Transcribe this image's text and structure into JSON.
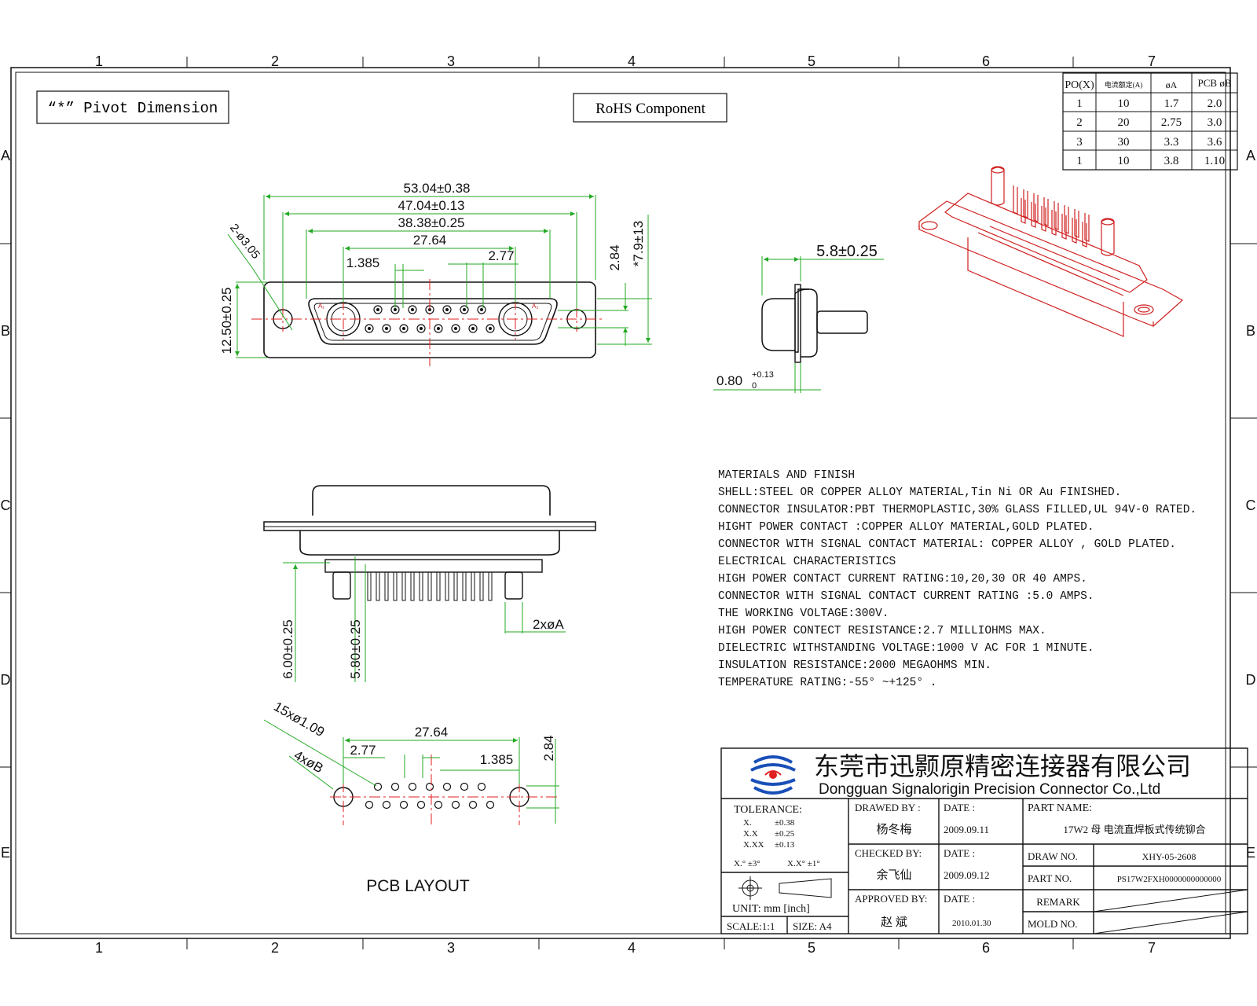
{
  "grid": {
    "columns": [
      "1",
      "2",
      "3",
      "4",
      "5",
      "6",
      "7"
    ],
    "rows": [
      "A",
      "B",
      "C",
      "D",
      "E"
    ]
  },
  "labels": {
    "pivot_dimension": "“*” Pivot Dimension",
    "rohs": "RoHS  Component",
    "pcb_layout": "PCB  LAYOUT"
  },
  "front_view_dims": {
    "overall": "53.04±0.38",
    "mount_hole_spacing": "47.04±0.13",
    "shell_width": "38.38±0.25",
    "power_spacing": "27.64",
    "pitch": "2.77",
    "half_pitch": "1.385",
    "row_spacing": "2.84",
    "height": "12.50±0.25",
    "pivot_height": "*7.9±13",
    "mount_holes": "2-ø3.05"
  },
  "side_view_dims": {
    "depth": "5.8±0.25",
    "flange": "0.80",
    "flange_tol_upper": "+0.13",
    "flange_tol_lower": "0"
  },
  "bottom_view_dims": {
    "tail_length_power": "6.00±0.25",
    "tail_length_signal": "5.80±0.25",
    "power_pin_diameter": "2xøA"
  },
  "pcb_dims": {
    "signal_holes": "15xø1.09",
    "power_holes": "4xøB",
    "pitch": "2.77",
    "power_spacing": "27.64",
    "half_pitch": "1.385",
    "row_spacing": "2.84"
  },
  "spec_table": {
    "headers": [
      "PO(X)",
      "电流额定(A)",
      "øA",
      "PCB øB"
    ],
    "rows": [
      [
        "1",
        "10",
        "1.7",
        "2.0"
      ],
      [
        "2",
        "20",
        "2.75",
        "3.0"
      ],
      [
        "3",
        "30",
        "3.3",
        "3.6"
      ],
      [
        "1",
        "10",
        "3.8",
        "1.10"
      ]
    ]
  },
  "specifications": [
    "MATERIALS AND  FINISH",
    "SHELL:STEEL OR COPPER ALLOY MATERIAL,Tin Ni OR Au FINISHED.",
    "CONNECTOR INSULATOR:PBT THERMOPLASTIC,30% GLASS FILLED,UL 94V-0 RATED.",
    "HIGHT POWER CONTACT :COPPER ALLOY MATERIAL,GOLD PLATED.",
    "CONNECTOR WITH SIGNAL CONTACT MATERIAL: COPPER ALLOY , GOLD PLATED.",
    "ELECTRICAL CHARACTERISTICS",
    "HIGH POWER CONTACT CURRENT RATING:10,20,30 OR 40 AMPS.",
    "CONNECTOR WITH SIGNAL CONTACT CURRENT RATING :5.0 AMPS.",
    "THE WORKING VOLTAGE:300V.",
    "HIGH POWER CONTECT RESISTANCE:2.7 MILLIOHMS MAX.",
    "DIELECTRIC WITHSTANDING VOLTAGE:1000 V AC FOR 1 MINUTE.",
    "INSULATION RESISTANCE:2000 MEGAOHMS MIN.",
    "TEMPERATURE RATING:-55° ~+125° ."
  ],
  "title_block": {
    "company_cn": "东莞市迅颢原精密连接器有限公司",
    "company_en": "Dongguan Signalorigin Precision Connector Co.,Ltd",
    "tolerance_title": "TOLERANCE:",
    "tolerances": [
      {
        "label": "X.",
        "value": "±0.38"
      },
      {
        "label": "X.X",
        "value": "±0.25"
      },
      {
        "label": "X.XX",
        "value": "±0.13"
      }
    ],
    "angle_tol_1": "X.° ±3°",
    "angle_tol_2": "X.X° ±1°",
    "unit": "UNIT: mm  [inch]",
    "scale": "SCALE:1:1",
    "size": "SIZE: A4",
    "drawn_by_label": "DRAWED BY :",
    "drawn_by": "杨冬梅",
    "checked_by_label": "CHECKED BY:",
    "checked_by": "余飞仙",
    "approved_by_label": "APPROVED BY:",
    "approved_by": "赵 斌",
    "date_label": "DATE :",
    "date_drawn": "2009.09.11",
    "date_checked": "2009.09.12",
    "date_approved": "2010.01.30",
    "part_name_label": "PART NAME:",
    "part_name": "17W2 母 电流直焊板式传统铆合",
    "draw_no_label": "DRAW NO.",
    "draw_no": "XHY-05-2608",
    "part_no_label": "PART NO.",
    "part_no": "PS17W2FXH0000000000000",
    "remark_label": "REMARK",
    "mold_no_label": "MOLD NO."
  },
  "colors": {
    "line": "#111111",
    "dimension": "#22aa22",
    "center": "#e02020",
    "iso_line": "#d02020",
    "logo": "#1a4fb8",
    "logo_accent": "#e02020"
  }
}
